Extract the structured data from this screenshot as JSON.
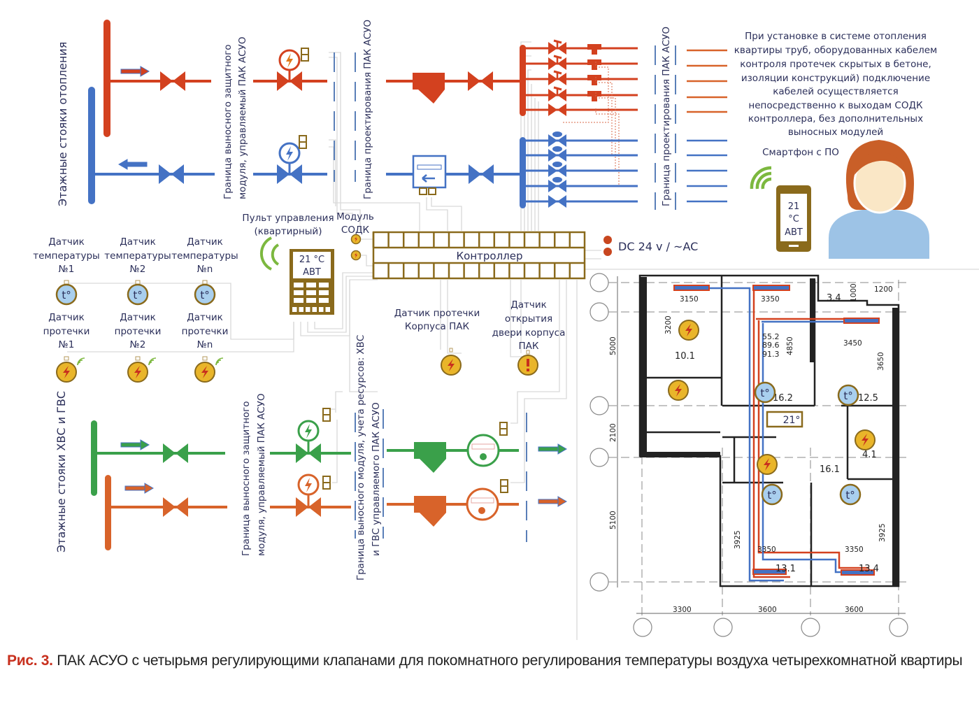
{
  "colors": {
    "heating_supply": "#d3411f",
    "heating_return": "#4472c4",
    "cold_water": "#3aa04a",
    "hot_water": "#d8632a",
    "controller": "#8a6a1c",
    "sensor_fill": "#e9b52a",
    "temp_sensor_fill": "#a9cfee",
    "caption_accent": "#c8301e",
    "text": "#2b2f5a"
  },
  "heating": {
    "risers_label": "Этажные стояки отопления",
    "boundary_module": [
      "Граница выносного защитного",
      "модуля, управляемый ПАК АСУО"
    ],
    "boundary_design_1": "Граница проектирования ПАК АСУО",
    "boundary_design_2": "Граница проектирования ПАК АСУО",
    "branch_count_supply": 5,
    "branch_count_return": 5
  },
  "note": {
    "lines": [
      "При установке в системе отопления",
      "квартиры труб, оборудованных кабелем",
      "контроля протечек скрытых в бетоне,",
      "изоляции  конструкций) подключение",
      "кабелей осуществляется",
      "непосредственно к выходам СОДК",
      "контроллера, без дополнительных",
      "выносных модулей"
    ]
  },
  "smartphone": {
    "label": "Смартфон с ПО",
    "screen": [
      "21",
      "°C",
      "АВТ"
    ]
  },
  "control_panel": {
    "label": [
      "Пульт управления",
      "(квартирный)"
    ],
    "screen": [
      "21 °C",
      "АВТ"
    ]
  },
  "sodk_module": {
    "label": [
      "Модуль",
      "СОДК"
    ]
  },
  "controller": {
    "label": "Контроллер",
    "power": "DC 24 v / ~AC"
  },
  "temp_sensors": [
    {
      "label": [
        "Датчик",
        "температуры",
        "№1"
      ],
      "icon": "t°"
    },
    {
      "label": [
        "Датчик",
        "температуры",
        "№2"
      ],
      "icon": "t°"
    },
    {
      "label": [
        "Датчик",
        "температуры",
        "№n"
      ],
      "icon": "t°"
    }
  ],
  "leak_sensors": [
    {
      "label": [
        "Датчик",
        "протечки",
        "№1"
      ]
    },
    {
      "label": [
        "Датчик",
        "протечки",
        "№2"
      ]
    },
    {
      "label": [
        "Датчик",
        "протечки",
        "№n"
      ]
    }
  ],
  "housing_sensors": {
    "leak": [
      "Датчик протечки",
      "Корпуса ПАК"
    ],
    "door": [
      "Датчик",
      "открытия",
      "двери корпуса",
      "ПАК"
    ]
  },
  "water": {
    "risers_label": "Этажные стояки ХВС и ГВС",
    "boundary_module": [
      "Граница выносного защитного",
      "модуля, управляемый ПАК АСУО"
    ],
    "boundary_metering": [
      "Граница выносного модуля, учета ресурсов: ХВС",
      "и ГВС управляемого ПАК АСУО"
    ]
  },
  "floorplan": {
    "rooms": [
      {
        "area": "10.1"
      },
      {
        "area": "16.2"
      },
      {
        "area": "12.5"
      },
      {
        "area": "3.4"
      },
      {
        "area": "4.1"
      },
      {
        "area": "16.1"
      },
      {
        "area": "13.1"
      },
      {
        "area": "13.4"
      }
    ],
    "apartment_areas": [
      "55.2",
      "89.6",
      "91.3"
    ],
    "thermostat": "21°",
    "dims": {
      "d3150": "3150",
      "d3350a": "3350",
      "d1200": "1200",
      "d1000": "1000",
      "d3200": "3200",
      "d4850": "4850",
      "d3450": "3450",
      "d3650": "3650",
      "d5000": "5000",
      "d2100": "2100",
      "d5100": "5100",
      "d3925a": "3925",
      "d3925b": "3925",
      "d3350b": "3350",
      "d3350c": "3350",
      "d3300": "3300",
      "d3600a": "3600",
      "d3600b": "3600"
    }
  },
  "caption": {
    "figure": "Рис. 3.",
    "text": " ПАК АСУО с четырьмя регулирующими клапанами для покомнатного регулирования температуры воздуха четырехкомнатной квартиры"
  }
}
